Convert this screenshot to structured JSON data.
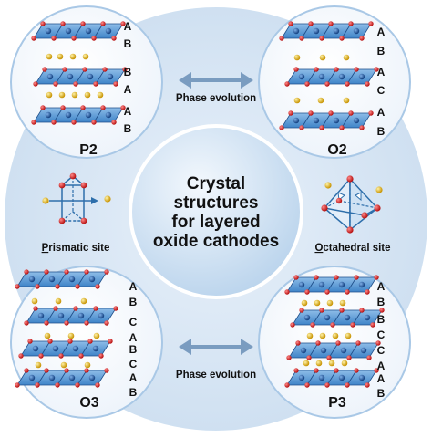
{
  "center": {
    "line1": "Crystal",
    "line2": "structures",
    "line3": "for layered",
    "line4": "oxide cathodes"
  },
  "arrows": {
    "top_label": "Phase evolution",
    "bottom_label": "Phase evolution"
  },
  "sites": {
    "prismatic": {
      "initial": "P",
      "rest": "rismatic site"
    },
    "octahedral": {
      "initial": "O",
      "rest": "ctahedral site"
    }
  },
  "structures": {
    "p2": {
      "name": "P2",
      "stacking": [
        "A",
        "B",
        "B",
        "A",
        "A",
        "B"
      ]
    },
    "o2": {
      "name": "O2",
      "stacking": [
        "A",
        "B",
        "A",
        "C",
        "A",
        "B"
      ]
    },
    "o3": {
      "name": "O3",
      "stacking": [
        "A",
        "B",
        "C",
        "A",
        "B",
        "C",
        "A",
        "B"
      ]
    },
    "p3": {
      "name": "P3",
      "stacking": [
        "A",
        "B",
        "B",
        "C",
        "C",
        "A",
        "A",
        "B"
      ]
    }
  },
  "colors": {
    "octahedron": "#5b9bd5",
    "octahedron_dark": "#2e6fab",
    "transition_metal": "#1f5fa8",
    "oxygen": "#d42020",
    "alkali_ion": "#e0b000",
    "big_ring": "#d9e8f5",
    "circle_border": "#a9c8e6"
  },
  "icons": {
    "arrow": "double-arrow-icon",
    "prismatic": "trigonal-prism-icon",
    "octahedral": "octahedron-icon"
  }
}
